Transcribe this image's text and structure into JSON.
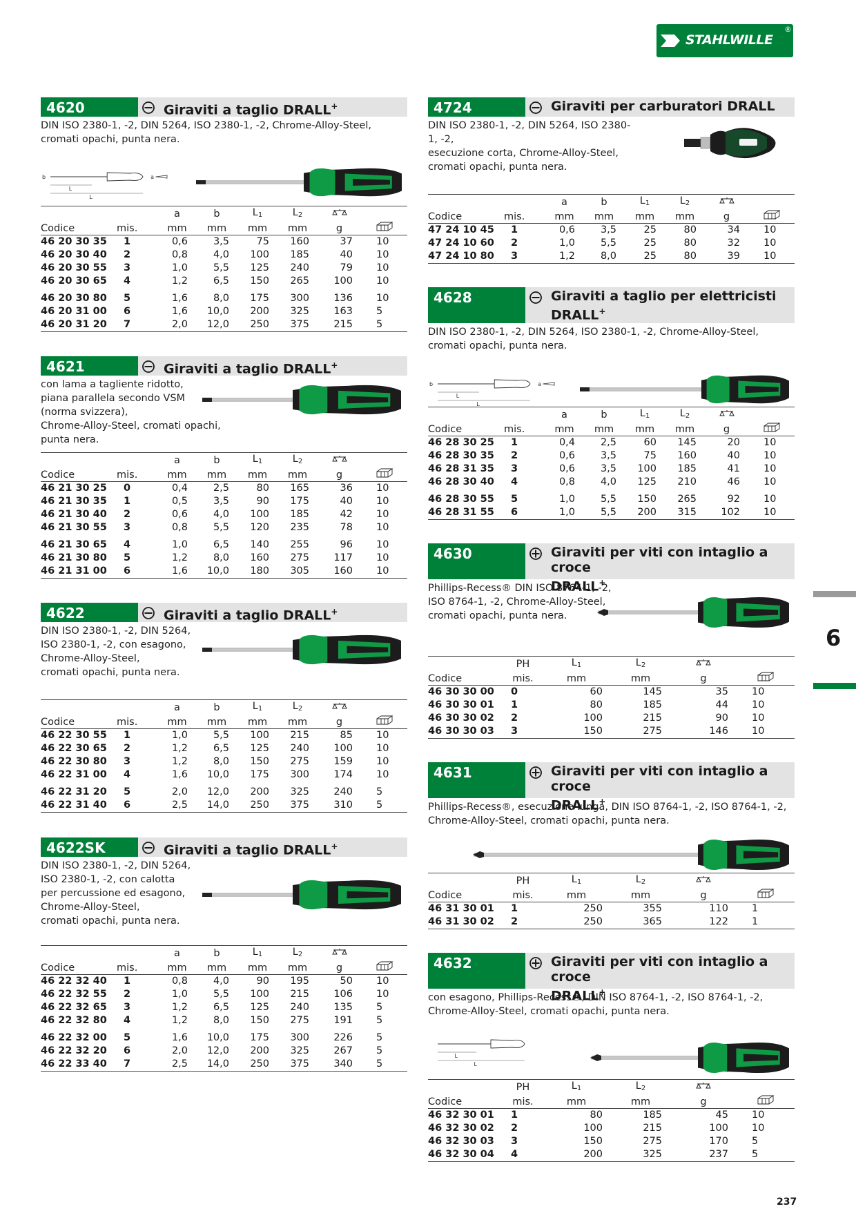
{
  "brand": {
    "name": "STAHLWILLE",
    "registered": "®",
    "green": "#00813a"
  },
  "page_number": "237",
  "chapter_tab": "6",
  "columns": {
    "mm_cols": [
      "Codice",
      "mis.",
      "a",
      "b",
      "L",
      "L",
      "g",
      ""
    ],
    "mm_units": [
      "",
      "",
      "mm",
      "mm",
      "mm",
      "mm",
      "",
      ""
    ],
    "ph_cols": [
      "Codice",
      "mis.",
      "L",
      "L",
      "g",
      ""
    ],
    "ph_top": "PH"
  },
  "sections": {
    "s4620": {
      "code": "4620",
      "title": "Giraviti a taglio DRALL",
      "plus": "+",
      "desc": "DIN ISO 2380-1, -2, DIN 5264, ISO 2380-1, -2, Chrome-Alloy-Steel,\ncromati opachi, punta nera.",
      "rows": [
        [
          "46 20 30 35",
          "1",
          "0,6",
          "3,5",
          "75",
          "160",
          "37",
          "10"
        ],
        [
          "46 20 30 40",
          "2",
          "0,8",
          "4,0",
          "100",
          "185",
          "40",
          "10"
        ],
        [
          "46 20 30 55",
          "3",
          "1,0",
          "5,5",
          "125",
          "240",
          "79",
          "10"
        ],
        [
          "46 20 30 65",
          "4",
          "1,2",
          "6,5",
          "150",
          "265",
          "100",
          "10"
        ],
        [
          "46 20 30 80",
          "5",
          "1,6",
          "8,0",
          "175",
          "300",
          "136",
          "10"
        ],
        [
          "46 20 31 00",
          "6",
          "1,6",
          "10,0",
          "200",
          "325",
          "163",
          "5"
        ],
        [
          "46 20 31 20",
          "7",
          "2,0",
          "12,0",
          "250",
          "375",
          "215",
          "5"
        ]
      ]
    },
    "s4621": {
      "code": "4621",
      "title": "Giraviti a taglio DRALL",
      "plus": "+",
      "desc": "con lama a tagliente ridotto,\npiana parallela secondo VSM\n(norma svizzera),\nChrome-Alloy-Steel, cromati opachi, punta nera.",
      "rows": [
        [
          "46 21 30 25",
          "0",
          "0,4",
          "2,5",
          "80",
          "165",
          "36",
          "10"
        ],
        [
          "46 21 30 35",
          "1",
          "0,5",
          "3,5",
          "90",
          "175",
          "40",
          "10"
        ],
        [
          "46 21 30 40",
          "2",
          "0,6",
          "4,0",
          "100",
          "185",
          "42",
          "10"
        ],
        [
          "46 21 30 55",
          "3",
          "0,8",
          "5,5",
          "120",
          "235",
          "78",
          "10"
        ],
        [
          "46 21 30 65",
          "4",
          "1,0",
          "6,5",
          "140",
          "255",
          "96",
          "10"
        ],
        [
          "46 21 30 80",
          "5",
          "1,2",
          "8,0",
          "160",
          "275",
          "117",
          "10"
        ],
        [
          "46 21 31 00",
          "6",
          "1,6",
          "10,0",
          "180",
          "305",
          "160",
          "10"
        ]
      ]
    },
    "s4622": {
      "code": "4622",
      "title": "Giraviti a taglio DRALL",
      "plus": "+",
      "desc": "DIN ISO 2380-1, -2, DIN 5264,\nISO 2380-1, -2, con esagono,\nChrome-Alloy-Steel,\ncromati opachi, punta nera.",
      "rows": [
        [
          "46 22 30 55",
          "1",
          "1,0",
          "5,5",
          "100",
          "215",
          "85",
          "10"
        ],
        [
          "46 22 30 65",
          "2",
          "1,2",
          "6,5",
          "125",
          "240",
          "100",
          "10"
        ],
        [
          "46 22 30 80",
          "3",
          "1,2",
          "8,0",
          "150",
          "275",
          "159",
          "10"
        ],
        [
          "46 22 31 00",
          "4",
          "1,6",
          "10,0",
          "175",
          "300",
          "174",
          "10"
        ],
        [
          "46 22 31 20",
          "5",
          "2,0",
          "12,0",
          "200",
          "325",
          "240",
          "5"
        ],
        [
          "46 22 31 40",
          "6",
          "2,5",
          "14,0",
          "250",
          "375",
          "310",
          "5"
        ]
      ]
    },
    "s4622sk": {
      "code": "4622SK",
      "title": "Giraviti a taglio DRALL",
      "plus": "+",
      "desc": "DIN ISO 2380-1, -2, DIN 5264,\nISO 2380-1, -2, con calotta\nper percussione ed esagono,\nChrome-Alloy-Steel,\ncromati opachi, punta nera.",
      "rows": [
        [
          "46 22 32 40",
          "1",
          "0,8",
          "4,0",
          "90",
          "195",
          "50",
          "10"
        ],
        [
          "46 22 32 55",
          "2",
          "1,0",
          "5,5",
          "100",
          "215",
          "106",
          "10"
        ],
        [
          "46 22 32 65",
          "3",
          "1,2",
          "6,5",
          "125",
          "240",
          "135",
          "5"
        ],
        [
          "46 22 32 80",
          "4",
          "1,2",
          "8,0",
          "150",
          "275",
          "191",
          "5"
        ],
        [
          "46 22 32 00",
          "5",
          "1,6",
          "10,0",
          "175",
          "300",
          "226",
          "5"
        ],
        [
          "46 22 32 20",
          "6",
          "2,0",
          "12,0",
          "200",
          "325",
          "267",
          "5"
        ],
        [
          "46 22 33 40",
          "7",
          "2,5",
          "14,0",
          "250",
          "375",
          "340",
          "5"
        ]
      ]
    },
    "s4724": {
      "code": "4724",
      "title": "Giraviti per carburatori DRALL",
      "plus": "",
      "desc": "DIN ISO 2380-1, -2, DIN 5264, ISO 2380-1, -2,\nesecuzione corta, Chrome-Alloy-Steel,\ncromati opachi, punta nera.",
      "rows": [
        [
          "47 24 10 45",
          "1",
          "0,6",
          "3,5",
          "25",
          "80",
          "34",
          "10"
        ],
        [
          "47 24 10 60",
          "2",
          "1,0",
          "5,5",
          "25",
          "80",
          "32",
          "10"
        ],
        [
          "47 24 10 80",
          "3",
          "1,2",
          "8,0",
          "25",
          "80",
          "39",
          "10"
        ]
      ]
    },
    "s4628": {
      "code": "4628",
      "title": "Giraviti a taglio per elettricisti",
      "title2": "DRALL",
      "plus": "+",
      "desc": "DIN ISO 2380-1, -2, DIN 5264, ISO 2380-1, -2, Chrome-Alloy-Steel,\ncromati opachi, punta nera.",
      "rows": [
        [
          "46 28 30 25",
          "1",
          "0,4",
          "2,5",
          "60",
          "145",
          "20",
          "10"
        ],
        [
          "46 28 30 35",
          "2",
          "0,6",
          "3,5",
          "75",
          "160",
          "40",
          "10"
        ],
        [
          "46 28 31 35",
          "3",
          "0,6",
          "3,5",
          "100",
          "185",
          "41",
          "10"
        ],
        [
          "46 28 30 40",
          "4",
          "0,8",
          "4,0",
          "125",
          "210",
          "46",
          "10"
        ],
        [
          "46 28 30 55",
          "5",
          "1,0",
          "5,5",
          "150",
          "265",
          "92",
          "10"
        ],
        [
          "46 28 31 55",
          "6",
          "1,0",
          "5,5",
          "200",
          "315",
          "102",
          "10"
        ]
      ]
    },
    "s4630": {
      "code": "4630",
      "title": "Giraviti per viti con intaglio a croce",
      "title2": "DRALL",
      "plus": "+",
      "desc": "Phillips-Recess® DIN ISO 8764-1, -2,\nISO 8764-1, -2, Chrome-Alloy-Steel,\ncromati opachi, punta nera.",
      "rows": [
        [
          "46 30 30 00",
          "0",
          "60",
          "145",
          "35",
          "10"
        ],
        [
          "46 30 30 01",
          "1",
          "80",
          "185",
          "44",
          "10"
        ],
        [
          "46 30 30 02",
          "2",
          "100",
          "215",
          "90",
          "10"
        ],
        [
          "46 30 30 03",
          "3",
          "150",
          "275",
          "146",
          "10"
        ]
      ]
    },
    "s4631": {
      "code": "4631",
      "title": "Giraviti per viti con intaglio a croce",
      "title2": "DRALL",
      "plus": "+",
      "desc": "Phillips-Recess®, esecuzione lunga, DIN ISO 8764-1, -2, ISO 8764-1, -2,\nChrome-Alloy-Steel, cromati opachi, punta nera.",
      "rows": [
        [
          "46 31 30 01",
          "1",
          "250",
          "355",
          "110",
          "1"
        ],
        [
          "46 31 30 02",
          "2",
          "250",
          "365",
          "122",
          "1"
        ]
      ]
    },
    "s4632": {
      "code": "4632",
      "title": "Giraviti per viti con intaglio a croce",
      "title2": "DRALL",
      "plus": "+",
      "desc": "con esagono, Phillips-Recess®, DIN ISO 8764-1, -2, ISO 8764-1, -2,\nChrome-Alloy-Steel, cromati opachi, punta nera.",
      "rows": [
        [
          "46 32 30 01",
          "1",
          "80",
          "185",
          "45",
          "10"
        ],
        [
          "46 32 30 02",
          "2",
          "100",
          "215",
          "100",
          "10"
        ],
        [
          "46 32 30 03",
          "3",
          "150",
          "275",
          "170",
          "5"
        ],
        [
          "46 32 30 04",
          "4",
          "200",
          "325",
          "237",
          "5"
        ]
      ]
    }
  }
}
